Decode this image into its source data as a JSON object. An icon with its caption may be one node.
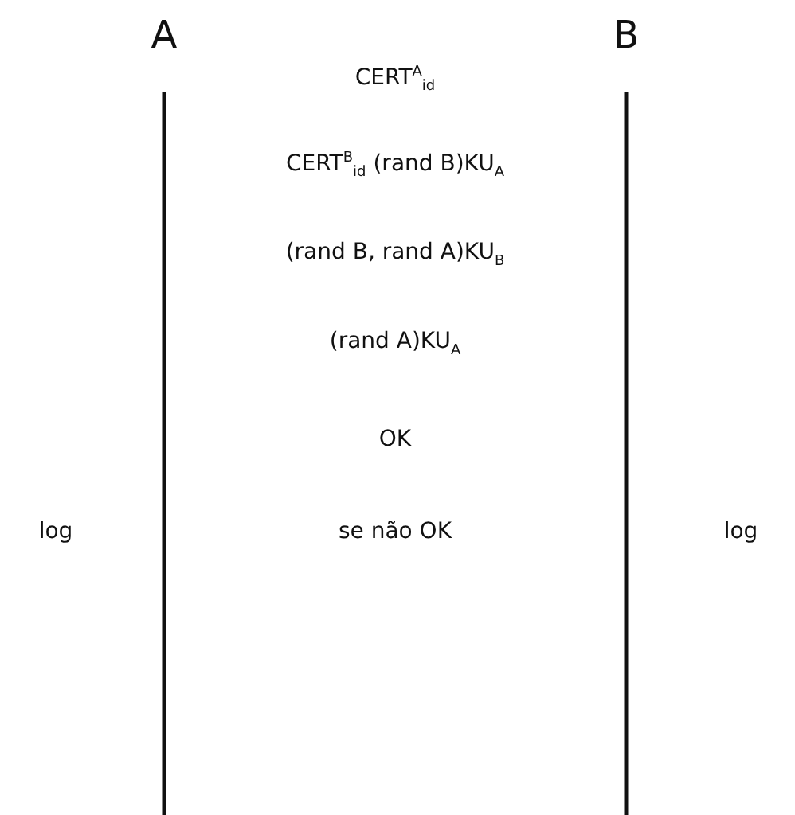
{
  "diagram": {
    "nodes": [
      {
        "text": [
          "A"
        ]
      },
      {
        "text": [
          "B"
        ]
      }
    ],
    "labels": [
      "CERT$^{A}$$_{id}$",
      "CERT$^{B}$$_{id}$ (rand B)KU$_{A}$",
      "(rand B, rand A)KU$_{B}$",
      "(rand A)KU$_{A}$",
      "OK",
      "log",
      "se não OK",
      "log"
    ]
  }
}
